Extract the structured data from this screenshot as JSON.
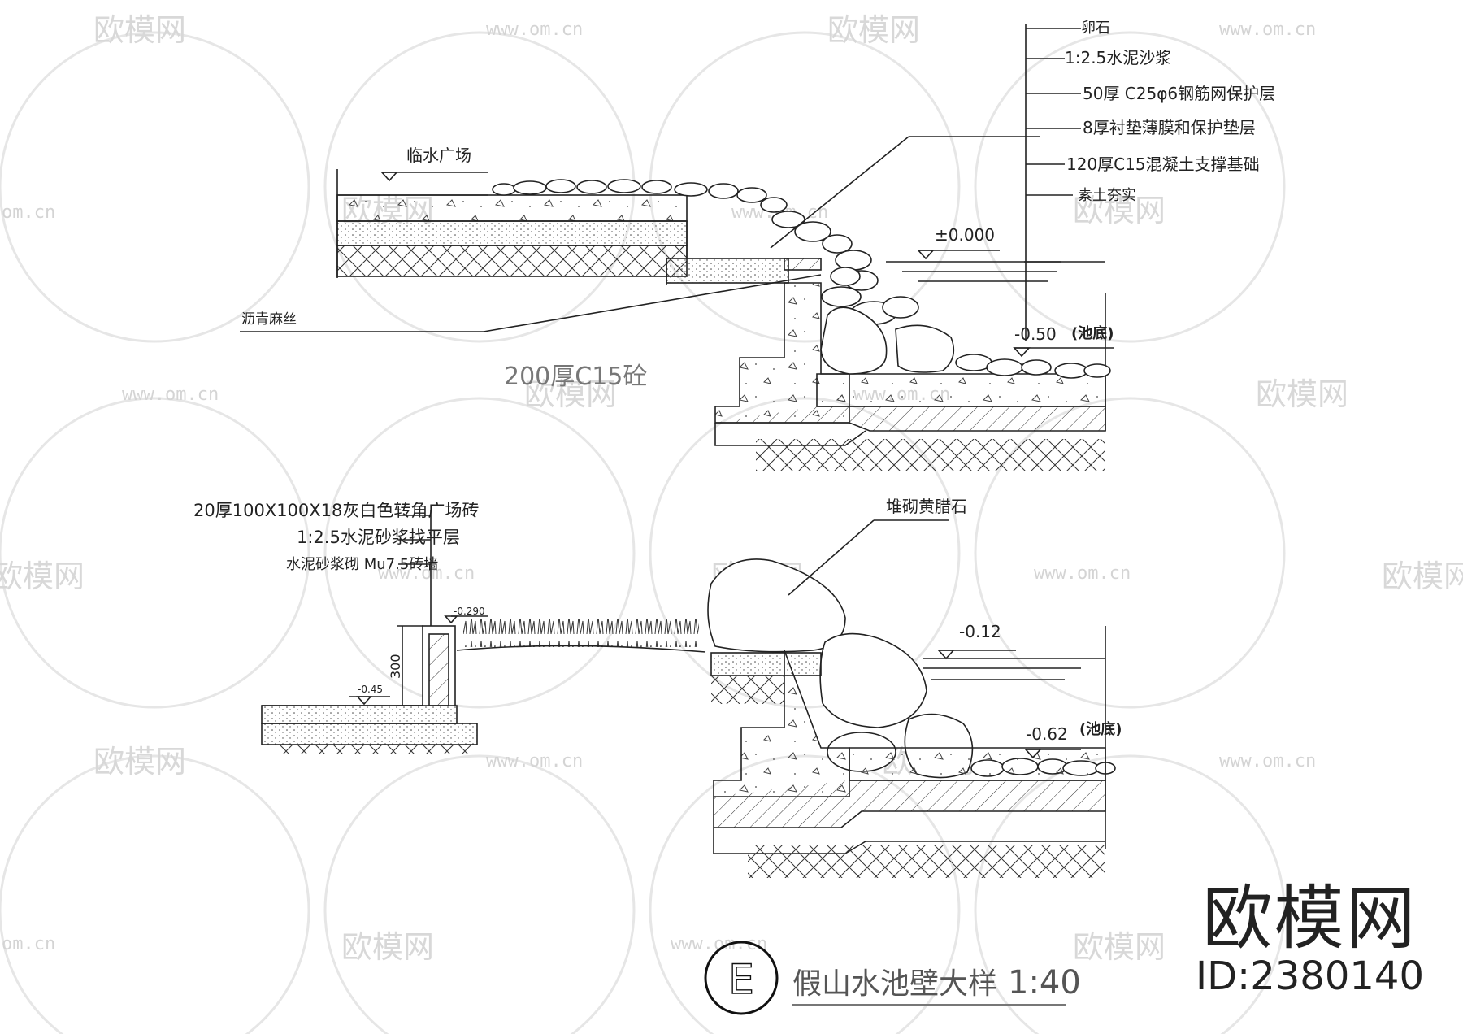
{
  "title": {
    "symbol": "E",
    "text": "假山水池壁大样",
    "scale": "1:40"
  },
  "section_top": {
    "plaza_label": "临水广场",
    "joint_label": "沥青麻丝",
    "slab_label": "200厚C15砼",
    "level_water": "±0.000",
    "level_bottom": "-0.50",
    "bottom_tag": "(池底)",
    "layers": [
      "卵石",
      "1:2.5水泥沙浆",
      "50厚 C25φ6钢筋网保护层",
      "8厚衬垫薄膜和保护垫层",
      "120厚C15混凝土支撑基础",
      "素土夯实"
    ]
  },
  "section_bottom": {
    "rock_label": "堆砌黄腊石",
    "wall_notes": [
      "20厚100X100X18灰白色转角广场砖",
      "1:2.5水泥砂浆找平层",
      "水泥砂浆砌    Mu7.5砖墙"
    ],
    "level_curb_top": "-0.290",
    "level_plaza": "-0.45",
    "curb_height": "300",
    "level_water": "-0.12",
    "level_bottom": "-0.62",
    "bottom_tag": "(池底)"
  },
  "watermark": {
    "brand": "欧模网",
    "url": "www.om.cn",
    "url_short": "om.cn"
  },
  "brand_block": {
    "name": "欧模网",
    "id": "ID:2380140"
  }
}
